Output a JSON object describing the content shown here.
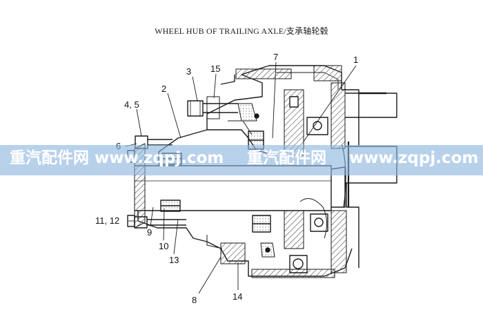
{
  "title": "WHEEL HUB OF TRAILING AXLE/支承轴轮毂",
  "callouts": {
    "c1": "1",
    "c2": "2",
    "c3": "3",
    "c15": "15",
    "c7": "7",
    "c45": "4, 5",
    "c6": "6",
    "c1112": "11, 12",
    "c9": "9",
    "c10": "10",
    "c13": "13",
    "c8": "8",
    "c14": "14"
  },
  "watermark": {
    "left_text": "重汽配件网  www.zqpj.com",
    "mid_text": "重汽配件网",
    "right_text": "www.zqpj.com"
  },
  "colors": {
    "line": "#1a1a1a",
    "hatch": "#4a4a4a",
    "watermark_band": "#8cb4de"
  }
}
